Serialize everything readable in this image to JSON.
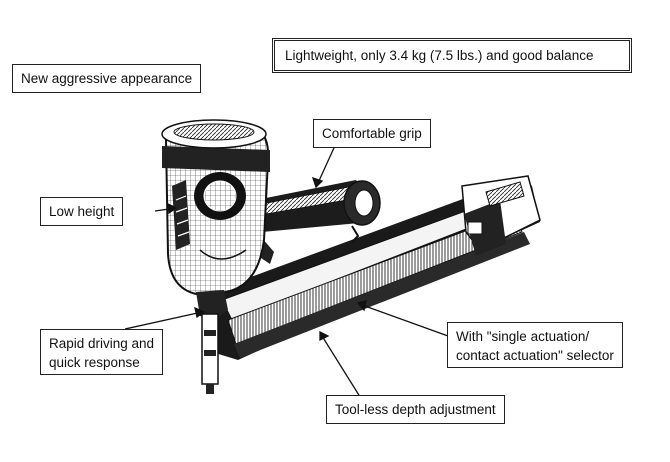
{
  "callouts": {
    "lightweight": "Lightweight, only 3.4 kg (7.5 lbs.) and good balance",
    "appearance": "New aggressive appearance",
    "grip": "Comfortable grip",
    "low_height": "Low height",
    "rapid_line1": "Rapid driving and",
    "rapid_line2": "quick response",
    "selector_line1": "With \"single actuation/",
    "selector_line2": "contact actuation\" selector",
    "depth": "Tool-less depth adjustment"
  },
  "colors": {
    "ink": "#111111",
    "paper": "#ffffff",
    "shade": "#555555"
  }
}
